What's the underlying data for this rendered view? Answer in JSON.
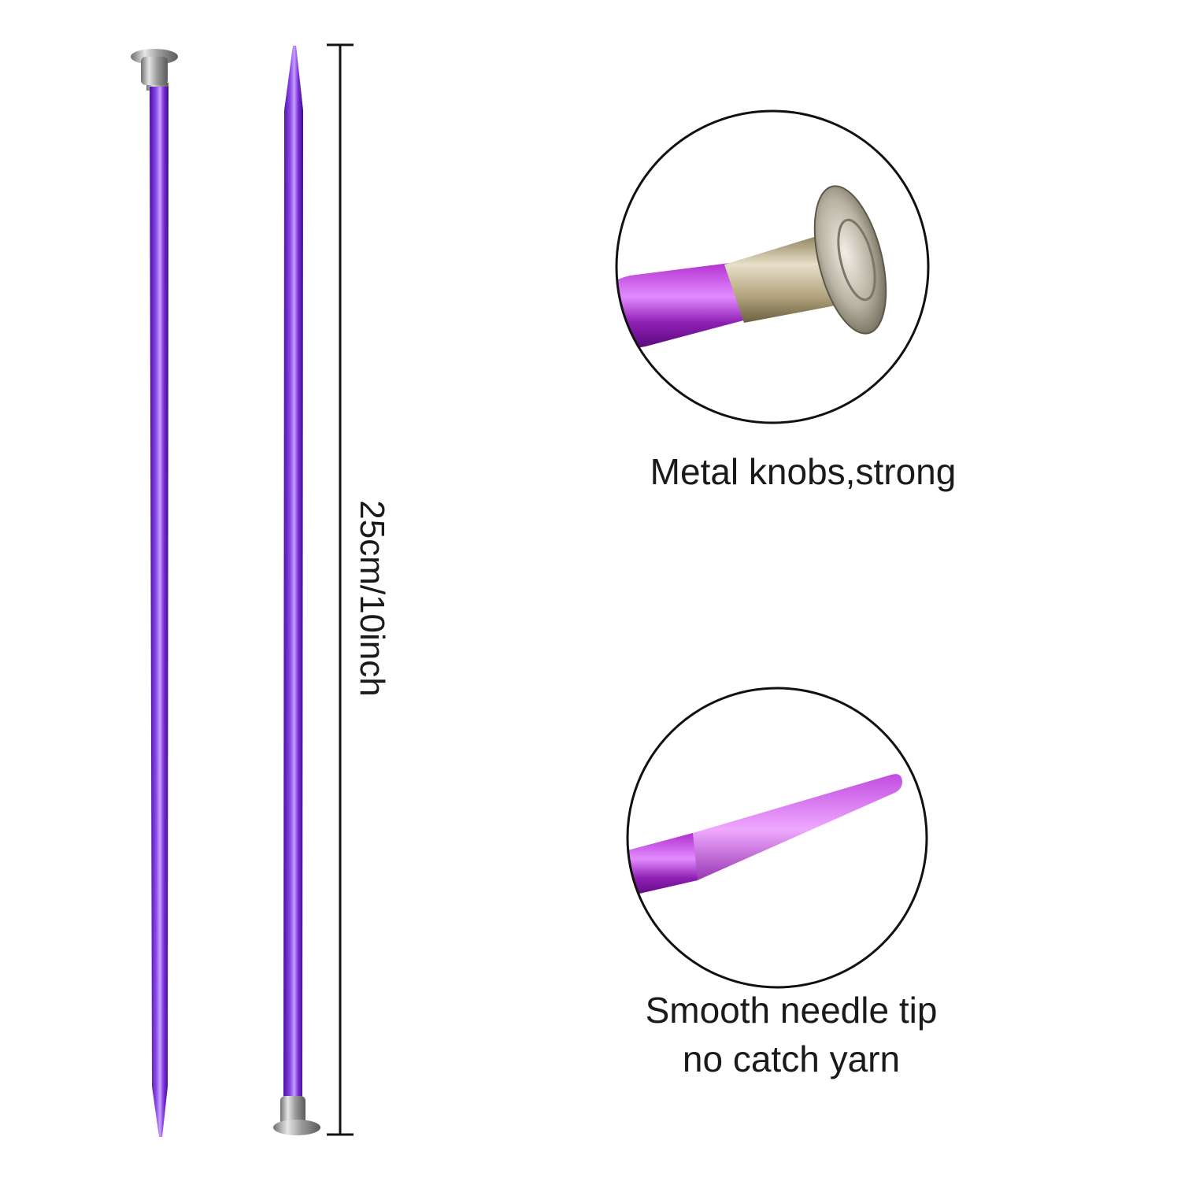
{
  "dimension": {
    "label": "25cm/10inch"
  },
  "callouts": {
    "knob": {
      "caption_lines": [
        "Metal knobs,strong"
      ]
    },
    "tip": {
      "caption_lines": [
        "Smooth needle tip",
        "no catch yarn"
      ]
    }
  },
  "colors": {
    "needle": "#6a1fc9",
    "needle_highlight": "#a56af2",
    "knob_metal": "#b8b8b8",
    "callout_needle": "#8a1fb0"
  }
}
